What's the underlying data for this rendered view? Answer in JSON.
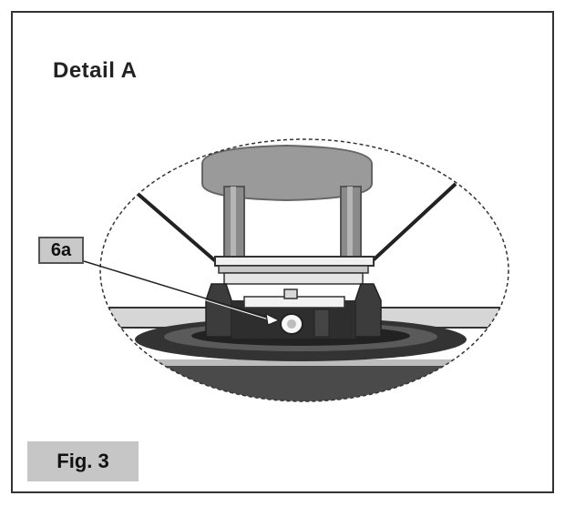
{
  "detail": {
    "title": "Detail A"
  },
  "callout": {
    "label": "6a"
  },
  "figure": {
    "label": "Fig. 3"
  },
  "colors": {
    "label_fill": "#c6c6c6",
    "frame": "#333333",
    "part_dark": "#3a3a3a",
    "part_mid": "#8a8a8a",
    "part_light": "#d0d0d0"
  }
}
